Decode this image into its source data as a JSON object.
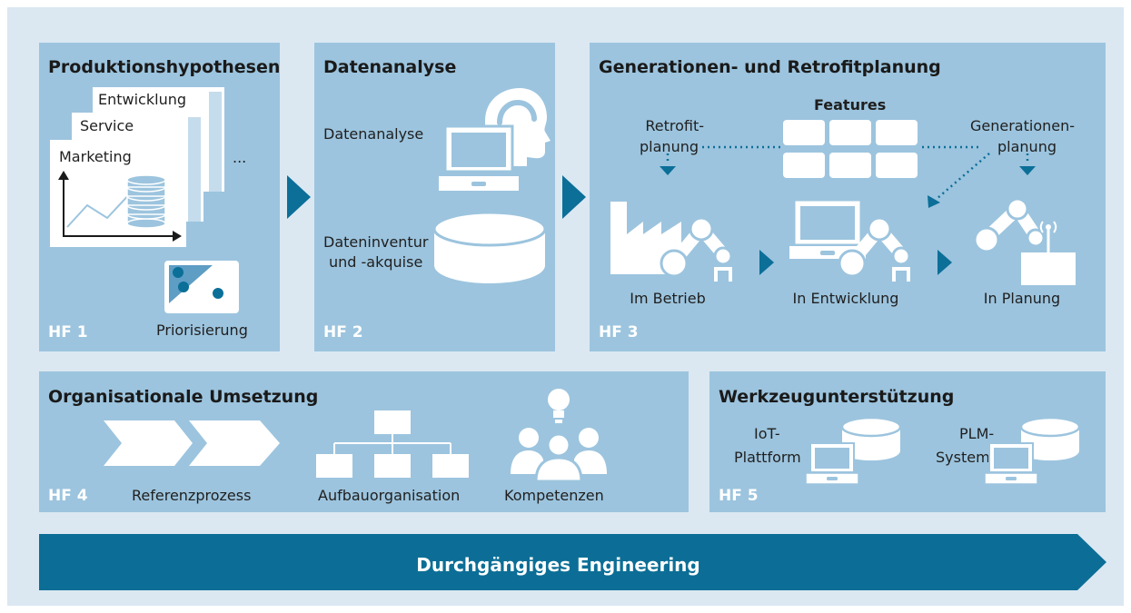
{
  "hf1": {
    "title": "Produktionshypothesen",
    "docs": [
      "Entwicklung",
      "Service",
      "Marketing"
    ],
    "more": "...",
    "priorisierung": "Priorisierung",
    "tag": "HF 1"
  },
  "hf2": {
    "title": "Datenanalyse",
    "analysis_label": "Datenanalyse",
    "inventory_line1": "Dateninventur",
    "inventory_line2": "und -akquise",
    "tag": "HF 2"
  },
  "hf3": {
    "title": "Generationen- und Retrofitplanung",
    "features": "Features",
    "retrofit_line1": "Retrofit-",
    "retrofit_line2": "planung",
    "generation_line1": "Generationen-",
    "generation_line2": "planung",
    "stages": [
      "Im Betrieb",
      "In Entwicklung",
      "In Planung"
    ],
    "tag": "HF 3"
  },
  "hf4": {
    "title": "Organisationale Umsetzung",
    "items": [
      "Referenzprozess",
      "Aufbauorganisation",
      "Kompetenzen"
    ],
    "tag": "HF 4"
  },
  "hf5": {
    "title": "Werkzeugunterstützung",
    "iot_line1": "IoT-",
    "iot_line2": "Plattform",
    "plm_line1": "PLM-",
    "plm_line2": "System",
    "tag": "HF 5"
  },
  "banner": {
    "label": "Durchgängiges Engineering"
  },
  "colors": {
    "background": "#dbe8f2",
    "panel": "#9cc4de",
    "accent": "#0b6f98",
    "banner": "#0c6e96",
    "icon": "#ffffff"
  }
}
